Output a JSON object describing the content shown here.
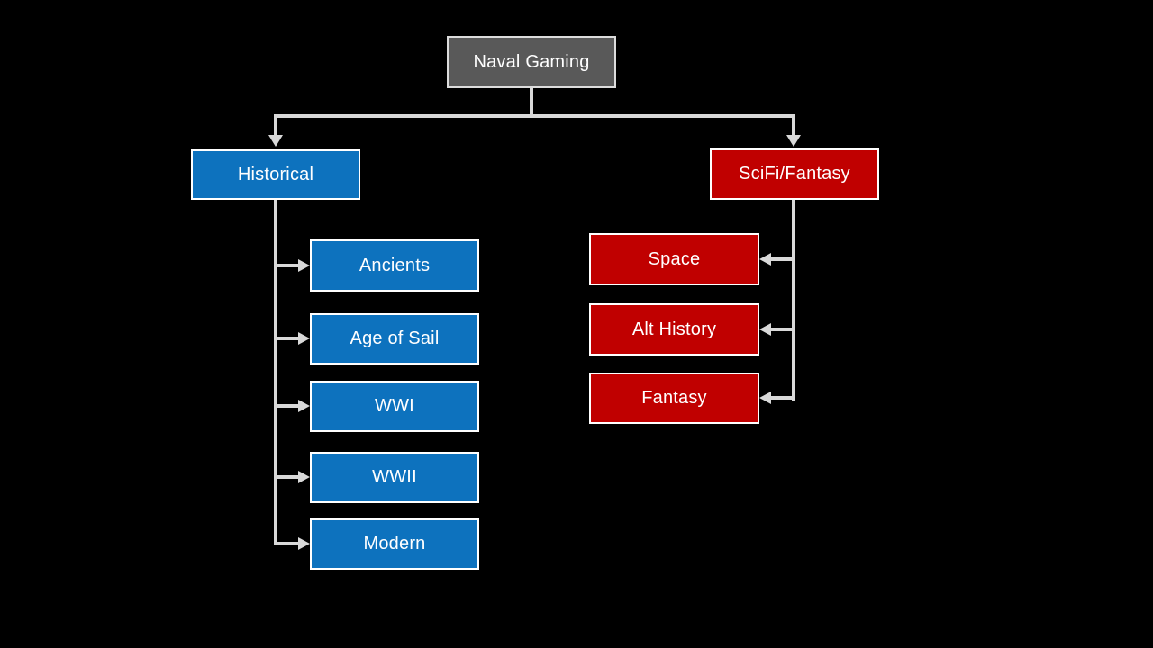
{
  "diagram": {
    "background": "#000000",
    "connector_color": "#D9D9D9",
    "text_color": "#FFFFFF",
    "root": {
      "label": "Naval Gaming",
      "fill": "#595959",
      "border": "#DCDCDC"
    },
    "branches": [
      {
        "label": "Historical",
        "fill": "#0D72BE",
        "border": "#FFFFFF",
        "children": [
          {
            "label": "Ancients"
          },
          {
            "label": "Age of Sail"
          },
          {
            "label": "WWI"
          },
          {
            "label": "WWII"
          },
          {
            "label": "Modern"
          }
        ]
      },
      {
        "label": "SciFi/Fantasy",
        "fill": "#C00000",
        "border": "#FFFFFF",
        "children": [
          {
            "label": "Space"
          },
          {
            "label": "Alt History"
          },
          {
            "label": "Fantasy"
          }
        ]
      }
    ]
  }
}
